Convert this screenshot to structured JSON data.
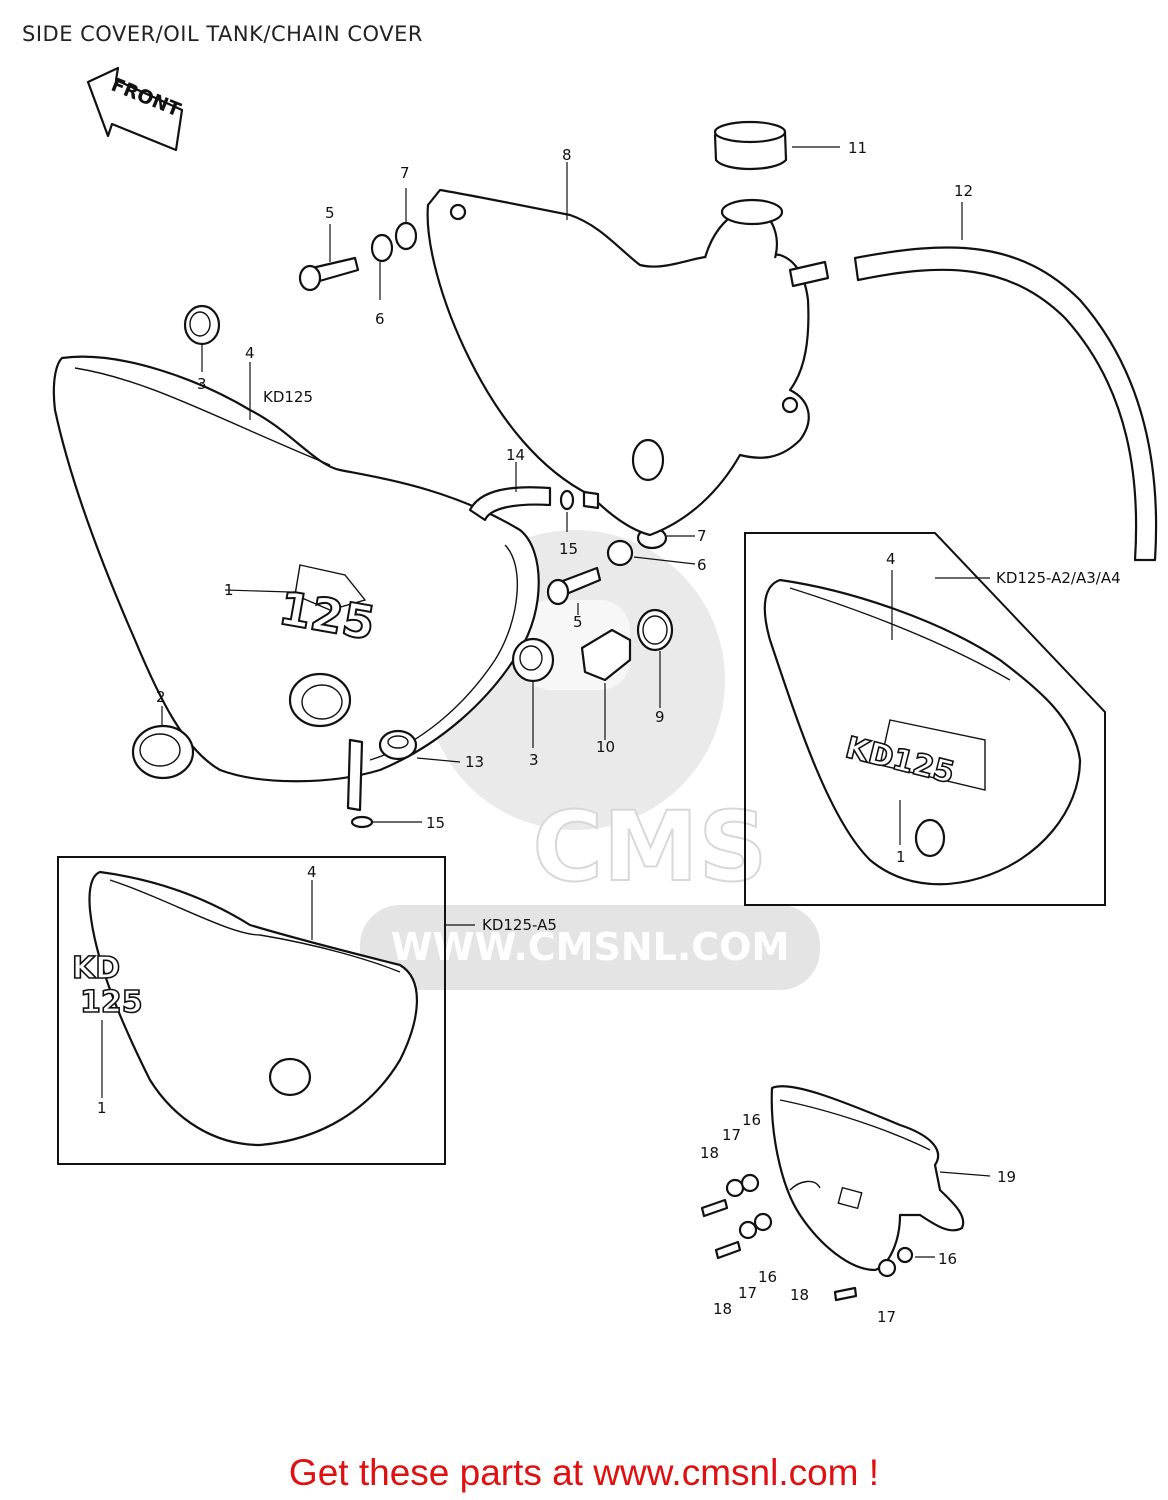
{
  "title": "SIDE COVER/OIL TANK/CHAIN COVER",
  "footer": "Get these parts at www.cmsnl.com !",
  "front_arrow": "FRONT",
  "watermark": {
    "logo": "CMS",
    "url": "WWW.CMSNL.COM"
  },
  "model_labels": {
    "kd125": "KD125",
    "kd125_a2a3a4": "KD125-A2/A3/A4",
    "kd125_a5": "KD125-A5"
  },
  "emblems": {
    "main": "125",
    "a2": "KD125",
    "a5_line1": "KD",
    "a5_line2": "125"
  },
  "callouts": {
    "c1a": "1",
    "c1b": "1",
    "c1c": "1",
    "c2": "2",
    "c3a": "3",
    "c3b": "3",
    "c4a": "4",
    "c4b": "4",
    "c4c": "4",
    "c5a": "5",
    "c5b": "5",
    "c6a": "6",
    "c6b": "6",
    "c7a": "7",
    "c7b": "7",
    "c8": "8",
    "c9": "9",
    "c10": "10",
    "c11": "11",
    "c12": "12",
    "c13": "13",
    "c14": "14",
    "c15a": "15",
    "c15b": "15",
    "c16a": "16",
    "c16b": "16",
    "c16c": "16",
    "c17a": "17",
    "c17b": "17",
    "c17c": "17",
    "c18a": "18",
    "c18b": "18",
    "c18c": "18",
    "c19": "19"
  },
  "colors": {
    "footer": "#e01010",
    "ink": "#111111",
    "watermark": "#d8d8d8"
  }
}
